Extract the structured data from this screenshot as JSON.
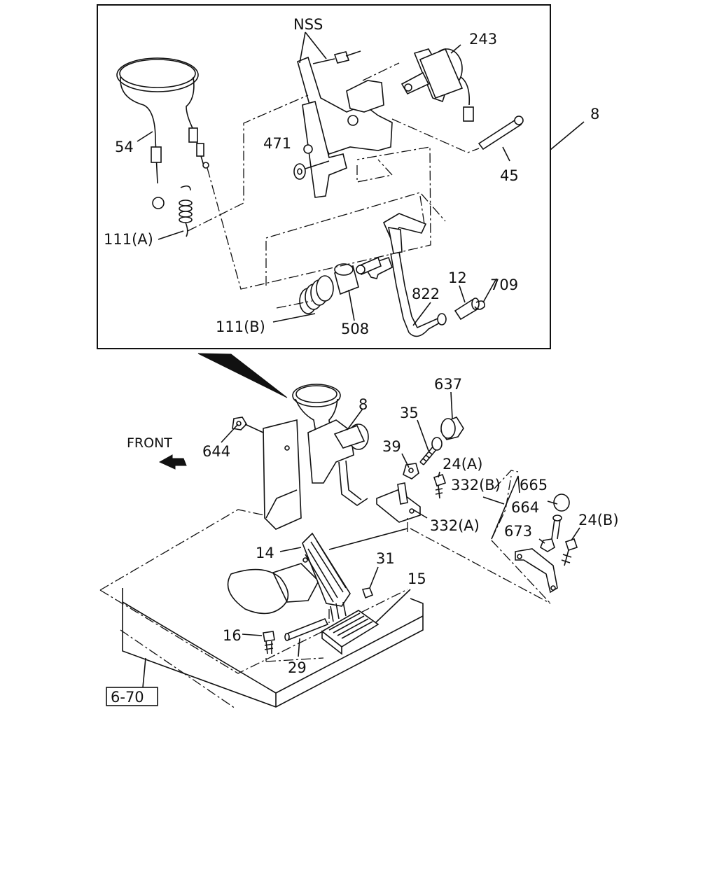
{
  "labels": {
    "nss": "NSS",
    "p243": "243",
    "p8_inset": "8",
    "p54": "54",
    "p471": "471",
    "p45": "45",
    "p111a": "111(A)",
    "p709": "709",
    "p12": "12",
    "p822": "822",
    "p111b": "111(B)",
    "p508": "508",
    "p637": "637",
    "p8": "8",
    "p35": "35",
    "front": "FRONT",
    "p644": "644",
    "p39": "39",
    "p24a": "24(A)",
    "p665": "665",
    "p332b": "332(B)",
    "p664": "664",
    "p332a": "332(A)",
    "p673": "673",
    "p24b": "24(B)",
    "p14": "14",
    "p31": "31",
    "p15": "15",
    "p16": "16",
    "p29": "29",
    "ref": "6-70"
  },
  "icons": [
    "front-arrow-icon"
  ]
}
